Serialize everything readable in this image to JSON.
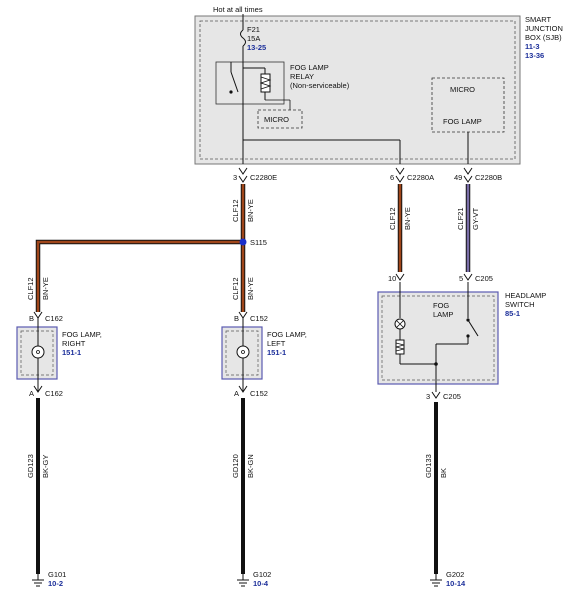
{
  "feed": {
    "label": "Hot at all times"
  },
  "fuse": {
    "name": "F21",
    "rating": "15A",
    "ref": "13-25"
  },
  "sjb": {
    "title1": "SMART",
    "title2": "JUNCTION",
    "title3": "BOX (SJB)",
    "ref1": "11-3",
    "ref2": "13-36"
  },
  "relay": {
    "line1": "FOG LAMP",
    "line2": "RELAY",
    "line3": "(Non-serviceable)",
    "micro": "MICRO"
  },
  "micro_box": {
    "title": "MICRO",
    "sub": "FOG LAMP"
  },
  "connectors": {
    "c1": {
      "pin": "3",
      "name": "C2280E"
    },
    "c2": {
      "pin": "6",
      "name": "C2280A"
    },
    "c3": {
      "pin": "49",
      "name": "C2280B"
    },
    "c4": {
      "pin": "10"
    },
    "c5": {
      "pin": "5",
      "name": "C205"
    },
    "c6": {
      "pin": "3",
      "name": "C205"
    },
    "c162a": {
      "pin": "B",
      "name": "C162"
    },
    "c162b": {
      "pin": "A",
      "name": "C162"
    },
    "c152a": {
      "pin": "B",
      "name": "C152"
    },
    "c152b": {
      "pin": "A",
      "name": "C152"
    }
  },
  "wires": {
    "w1": {
      "circuit": "CLF12",
      "color": "BN-YE"
    },
    "w2": {
      "circuit": "CLF12",
      "color": "BN-YE"
    },
    "w3": {
      "circuit": "CLF21",
      "color": "GY-VT"
    },
    "w4": {
      "circuit": "CLF12",
      "color": "BN-YE"
    },
    "w5": {
      "circuit": "CLF12",
      "color": "BN-YE"
    },
    "w6": {
      "circuit": "GD123",
      "color": "BK-GY"
    },
    "w7": {
      "circuit": "GD120",
      "color": "BK-GN"
    },
    "w8": {
      "circuit": "GD133",
      "color": "BK"
    }
  },
  "splice": {
    "name": "S115"
  },
  "fog_right": {
    "line1": "FOG LAMP,",
    "line2": "RIGHT",
    "ref": "151-1"
  },
  "fog_left": {
    "line1": "FOG LAMP,",
    "line2": "LEFT",
    "ref": "151-1"
  },
  "switch": {
    "line1": "HEADLAMP",
    "line2": "SWITCH",
    "ref": "85-1",
    "lamp1": "FOG",
    "lamp2": "LAMP"
  },
  "grounds": {
    "g1": {
      "name": "G101",
      "ref": "10-2"
    },
    "g2": {
      "name": "G102",
      "ref": "10-4"
    },
    "g3": {
      "name": "G202",
      "ref": "10-14"
    }
  },
  "colors": {
    "bnye": "#a0461a",
    "gyvt": "#7a6ea8",
    "bk": "#111111",
    "box": "#e6e6e6",
    "outline": "#5b5bb0",
    "ref": "#1c2f9a"
  }
}
